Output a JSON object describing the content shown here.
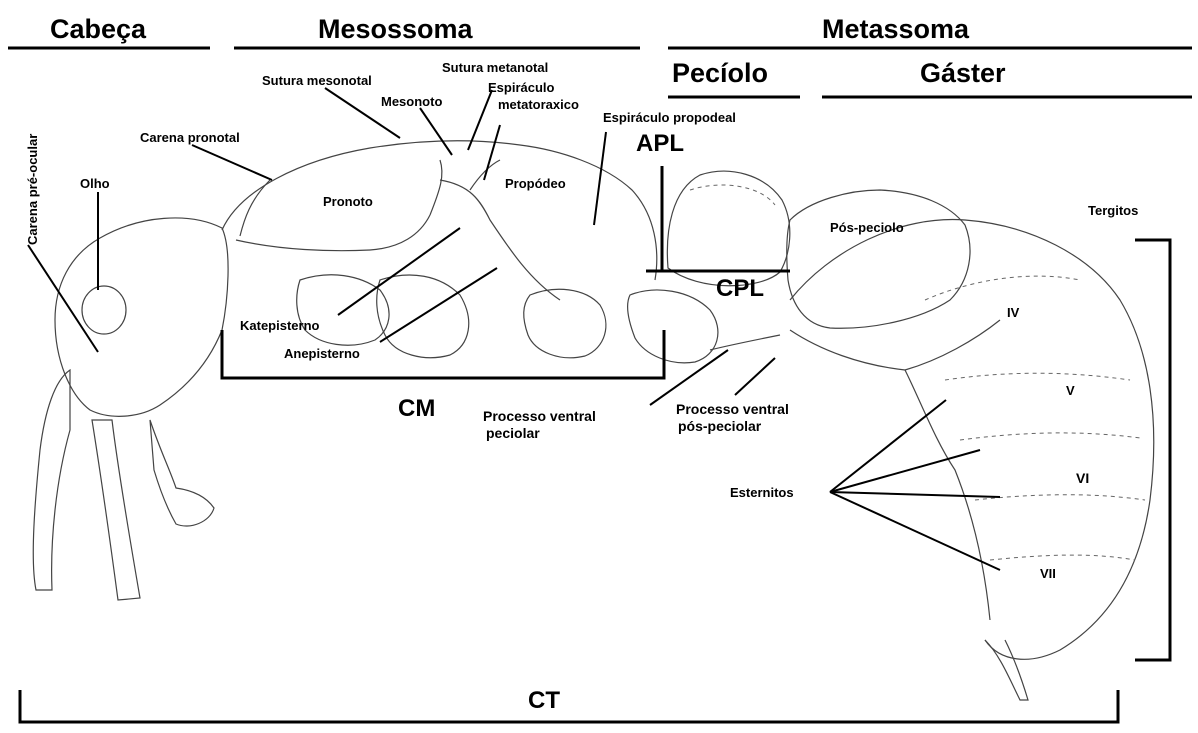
{
  "sections": {
    "head": "Cabeça",
    "mesosoma": "Mesossoma",
    "metasoma": "Metassoma",
    "petiole": "Pecíolo",
    "gaster": "Gáster"
  },
  "labels": {
    "carena_pre_ocular": "Carena pré-ocular",
    "olho": "Olho",
    "carena_pronotal": "Carena pronotal",
    "sutura_mesonotal": "Sutura mesonotal",
    "mesonoto": "Mesonoto",
    "sutura_metanotal": "Sutura metanotal",
    "espiraculo_meta_1": "Espiráculo",
    "espiraculo_meta_2": "metatoraxico",
    "espiraculo_propodeal": "Espiráculo propodeal",
    "pronoto": "Pronoto",
    "propodeo": "Propódeo",
    "katepisterno": "Katepisterno",
    "anepisterno": "Anepisterno",
    "processo_ventral_peciolar_1": "Processo ventral",
    "processo_ventral_peciolar_2": "peciolar",
    "processo_ventral_pospeciolar_1": "Processo ventral",
    "processo_ventral_pospeciolar_2": "pós-peciolar",
    "pos_peciolo": "Pós-peciolo",
    "tergitos": "Tergitos",
    "esternitos": "Esternitos",
    "iv": "IV",
    "v": "V",
    "vi": "VI",
    "vii": "VII"
  },
  "measures": {
    "apl": "APL",
    "cpl": "CPL",
    "cm": "CM",
    "ct": "CT"
  }
}
